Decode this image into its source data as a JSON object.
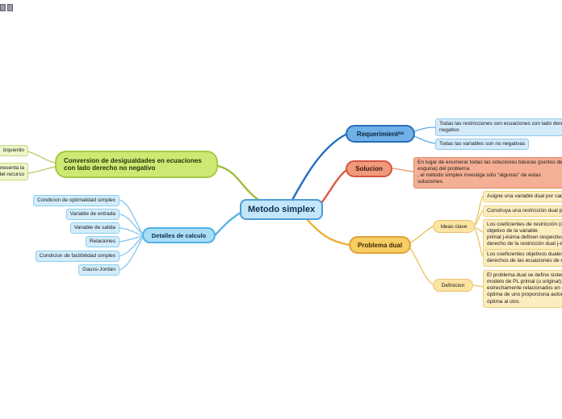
{
  "palette": {
    "center_fill": "#c3e6fa",
    "blue_branch": "#6fb0e8",
    "red_branch": "#f09a7c",
    "yellow_branch": "#f8ce63",
    "green_branch": "#cde973",
    "lightblue_branch": "#a9ddf6"
  },
  "center": {
    "label": "Metodo simplex"
  },
  "requerimientos": {
    "label": "Requerimient",
    "label_sub": "os",
    "children": [
      "Todas las restricciones son ecuaciones con lado derecho no\nnegativo",
      "Todas las variables son no negativas"
    ]
  },
  "solucion": {
    "label": "Solucion",
    "note": "En lugar de enumerar todas las soluciones básicas (puntos de\nesquina) del problema\n, el método simplex investiga sólo \"algunas\" de estas\nsoluciones."
  },
  "problema_dual": {
    "label": "Problema dual",
    "ideas_clave": {
      "label": "Ideas clave",
      "children": [
        "Asigne una variable dual por cada",
        "Construya una restricción dual po",
        "Los coeficientes de restricción (co\nobjetivo de la variable\nprimal j-ésima definen respectiva\nderecho de la restricción dual j-és",
        "Los coeficientes objetivos duales s\nderechos de las ecuaciones de re"
      ]
    },
    "definicion": {
      "label": "Definicion",
      "children": [
        "El problema dual se define sistemá\nmodelo de PL primal (u original). L\nestrechamente relacionados en el s\nóptima de uno proporciona automá\nóptima al otro."
      ]
    }
  },
  "conversion": {
    "label": "Conversion de desigualdades en ecuaciones\ncon lado derecho no negativo",
    "children": [
      "izquierdo",
      "representa la\ndel recurso"
    ]
  },
  "detalles": {
    "label": "Detalles de calculo",
    "children": [
      "Condicion de optimalidad simplex",
      "Variable de entrada",
      "Variable de salida",
      "Relaciones",
      "Condicion de factibilidad simplex",
      "Gauss-Jordan"
    ]
  }
}
